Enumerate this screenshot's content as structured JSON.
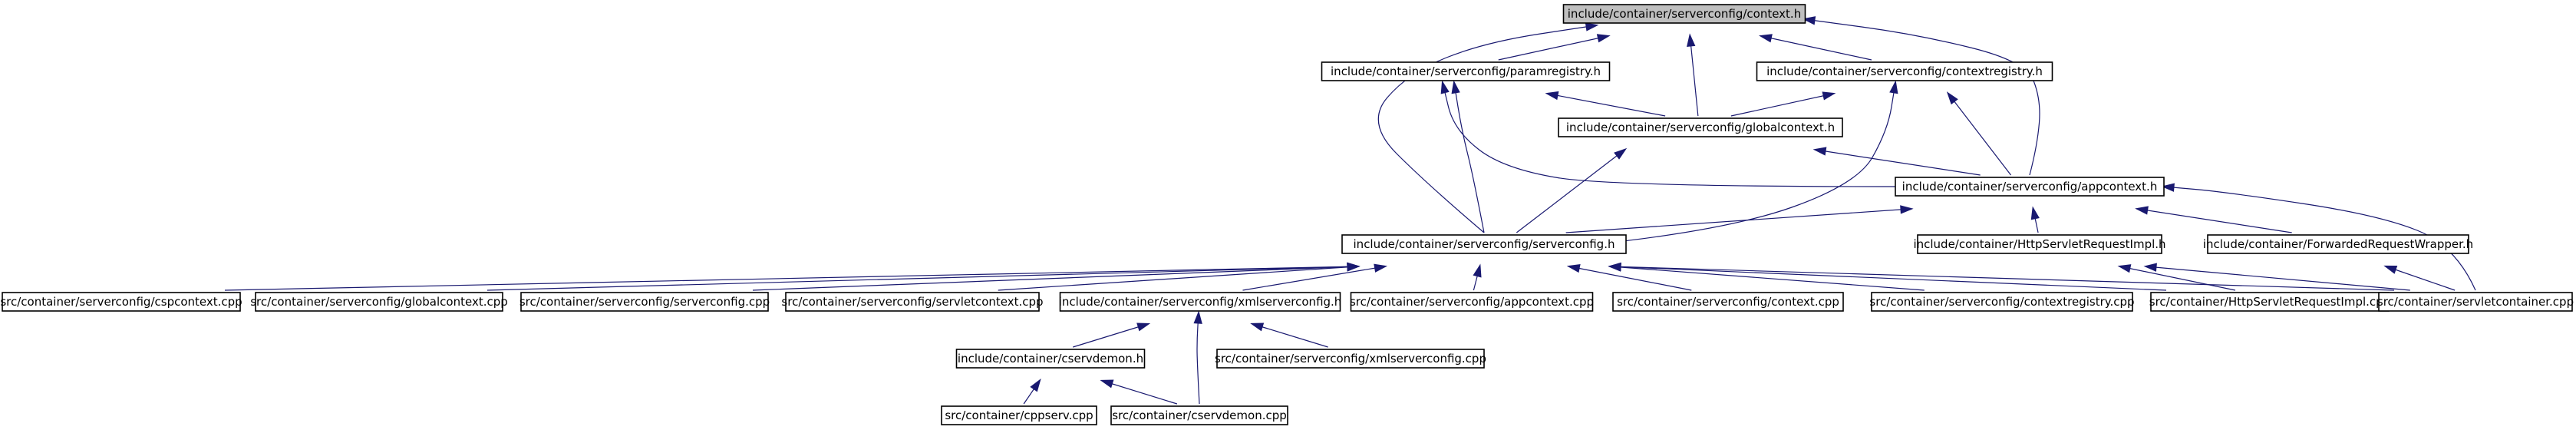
{
  "nodes": [
    {
      "id": "context_h",
      "label": "include/container/serverconfig/context.h",
      "root": true
    },
    {
      "id": "paramregistry_h",
      "label": "include/container/serverconfig/paramregistry.h"
    },
    {
      "id": "contextregistry_h",
      "label": "include/container/serverconfig/contextregistry.h"
    },
    {
      "id": "globalcontext_h",
      "label": "include/container/serverconfig/globalcontext.h"
    },
    {
      "id": "appcontext_h",
      "label": "include/container/serverconfig/appcontext.h"
    },
    {
      "id": "serverconfig_h",
      "label": "include/container/serverconfig/serverconfig.h"
    },
    {
      "id": "httpservletrequestimpl_h",
      "label": "include/container/HttpServletRequestImpl.h"
    },
    {
      "id": "forwardedrequestwrapper_h",
      "label": "include/container/ForwardedRequestWrapper.h"
    },
    {
      "id": "cspcontext_cpp",
      "label": "src/container/serverconfig/cspcontext.cpp"
    },
    {
      "id": "globalcontext_cpp",
      "label": "src/container/serverconfig/globalcontext.cpp"
    },
    {
      "id": "serverconfig_cpp",
      "label": "src/container/serverconfig/serverconfig.cpp"
    },
    {
      "id": "servletcontext_cpp",
      "label": "src/container/serverconfig/servletcontext.cpp"
    },
    {
      "id": "xmlserverconfig_h",
      "label": "include/container/serverconfig/xmlserverconfig.h"
    },
    {
      "id": "appcontext_cpp",
      "label": "src/container/serverconfig/appcontext.cpp"
    },
    {
      "id": "context_cpp",
      "label": "src/container/serverconfig/context.cpp"
    },
    {
      "id": "contextregistry_cpp",
      "label": "src/container/serverconfig/contextregistry.cpp"
    },
    {
      "id": "httpservletrequestimpl_cpp",
      "label": "src/container/HttpServletRequestImpl.cpp"
    },
    {
      "id": "servletcontainer_cpp",
      "label": "src/container/servletcontainer.cpp"
    },
    {
      "id": "cservdemon_h",
      "label": "include/container/cservdemon.h"
    },
    {
      "id": "xmlserverconfig_cpp",
      "label": "src/container/serverconfig/xmlserverconfig.cpp"
    },
    {
      "id": "cppserv_cpp",
      "label": "src/container/cppserv.cpp"
    },
    {
      "id": "cservdemon_cpp",
      "label": "src/container/cservdemon.cpp"
    }
  ],
  "edges": [
    {
      "from": "paramregistry_h",
      "to": "context_h"
    },
    {
      "from": "contextregistry_h",
      "to": "context_h"
    },
    {
      "from": "globalcontext_h",
      "to": "context_h"
    },
    {
      "from": "appcontext_h",
      "to": "context_h"
    },
    {
      "from": "serverconfig_h",
      "to": "context_h"
    },
    {
      "from": "globalcontext_h",
      "to": "paramregistry_h"
    },
    {
      "from": "appcontext_h",
      "to": "paramregistry_h"
    },
    {
      "from": "serverconfig_h",
      "to": "paramregistry_h"
    },
    {
      "from": "globalcontext_h",
      "to": "contextregistry_h"
    },
    {
      "from": "appcontext_h",
      "to": "contextregistry_h"
    },
    {
      "from": "serverconfig_h",
      "to": "contextregistry_h"
    },
    {
      "from": "appcontext_h",
      "to": "globalcontext_h"
    },
    {
      "from": "serverconfig_h",
      "to": "globalcontext_h"
    },
    {
      "from": "serverconfig_h",
      "to": "appcontext_h"
    },
    {
      "from": "httpservletrequestimpl_h",
      "to": "appcontext_h"
    },
    {
      "from": "forwardedrequestwrapper_h",
      "to": "appcontext_h"
    },
    {
      "from": "servletcontainer_cpp",
      "to": "appcontext_h"
    },
    {
      "from": "cspcontext_cpp",
      "to": "serverconfig_h"
    },
    {
      "from": "globalcontext_cpp",
      "to": "serverconfig_h"
    },
    {
      "from": "serverconfig_cpp",
      "to": "serverconfig_h"
    },
    {
      "from": "servletcontext_cpp",
      "to": "serverconfig_h"
    },
    {
      "from": "xmlserverconfig_h",
      "to": "serverconfig_h"
    },
    {
      "from": "appcontext_cpp",
      "to": "serverconfig_h"
    },
    {
      "from": "context_cpp",
      "to": "serverconfig_h"
    },
    {
      "from": "contextregistry_cpp",
      "to": "serverconfig_h"
    },
    {
      "from": "httpservletrequestimpl_cpp",
      "to": "serverconfig_h"
    },
    {
      "from": "servletcontainer_cpp",
      "to": "serverconfig_h"
    },
    {
      "from": "httpservletrequestimpl_cpp",
      "to": "httpservletrequestimpl_h"
    },
    {
      "from": "servletcontainer_cpp",
      "to": "httpservletrequestimpl_h"
    },
    {
      "from": "servletcontainer_cpp",
      "to": "forwardedrequestwrapper_h"
    },
    {
      "from": "cservdemon_h",
      "to": "xmlserverconfig_h"
    },
    {
      "from": "xmlserverconfig_cpp",
      "to": "xmlserverconfig_h"
    },
    {
      "from": "cservdemon_cpp",
      "to": "xmlserverconfig_h"
    },
    {
      "from": "cppserv_cpp",
      "to": "cservdemon_h"
    },
    {
      "from": "cservdemon_cpp",
      "to": "cservdemon_h"
    }
  ],
  "colors": {
    "edge": "#191970",
    "node_border": "#000000",
    "root_fill": "#bfbfbf",
    "node_fill": "#ffffff"
  }
}
